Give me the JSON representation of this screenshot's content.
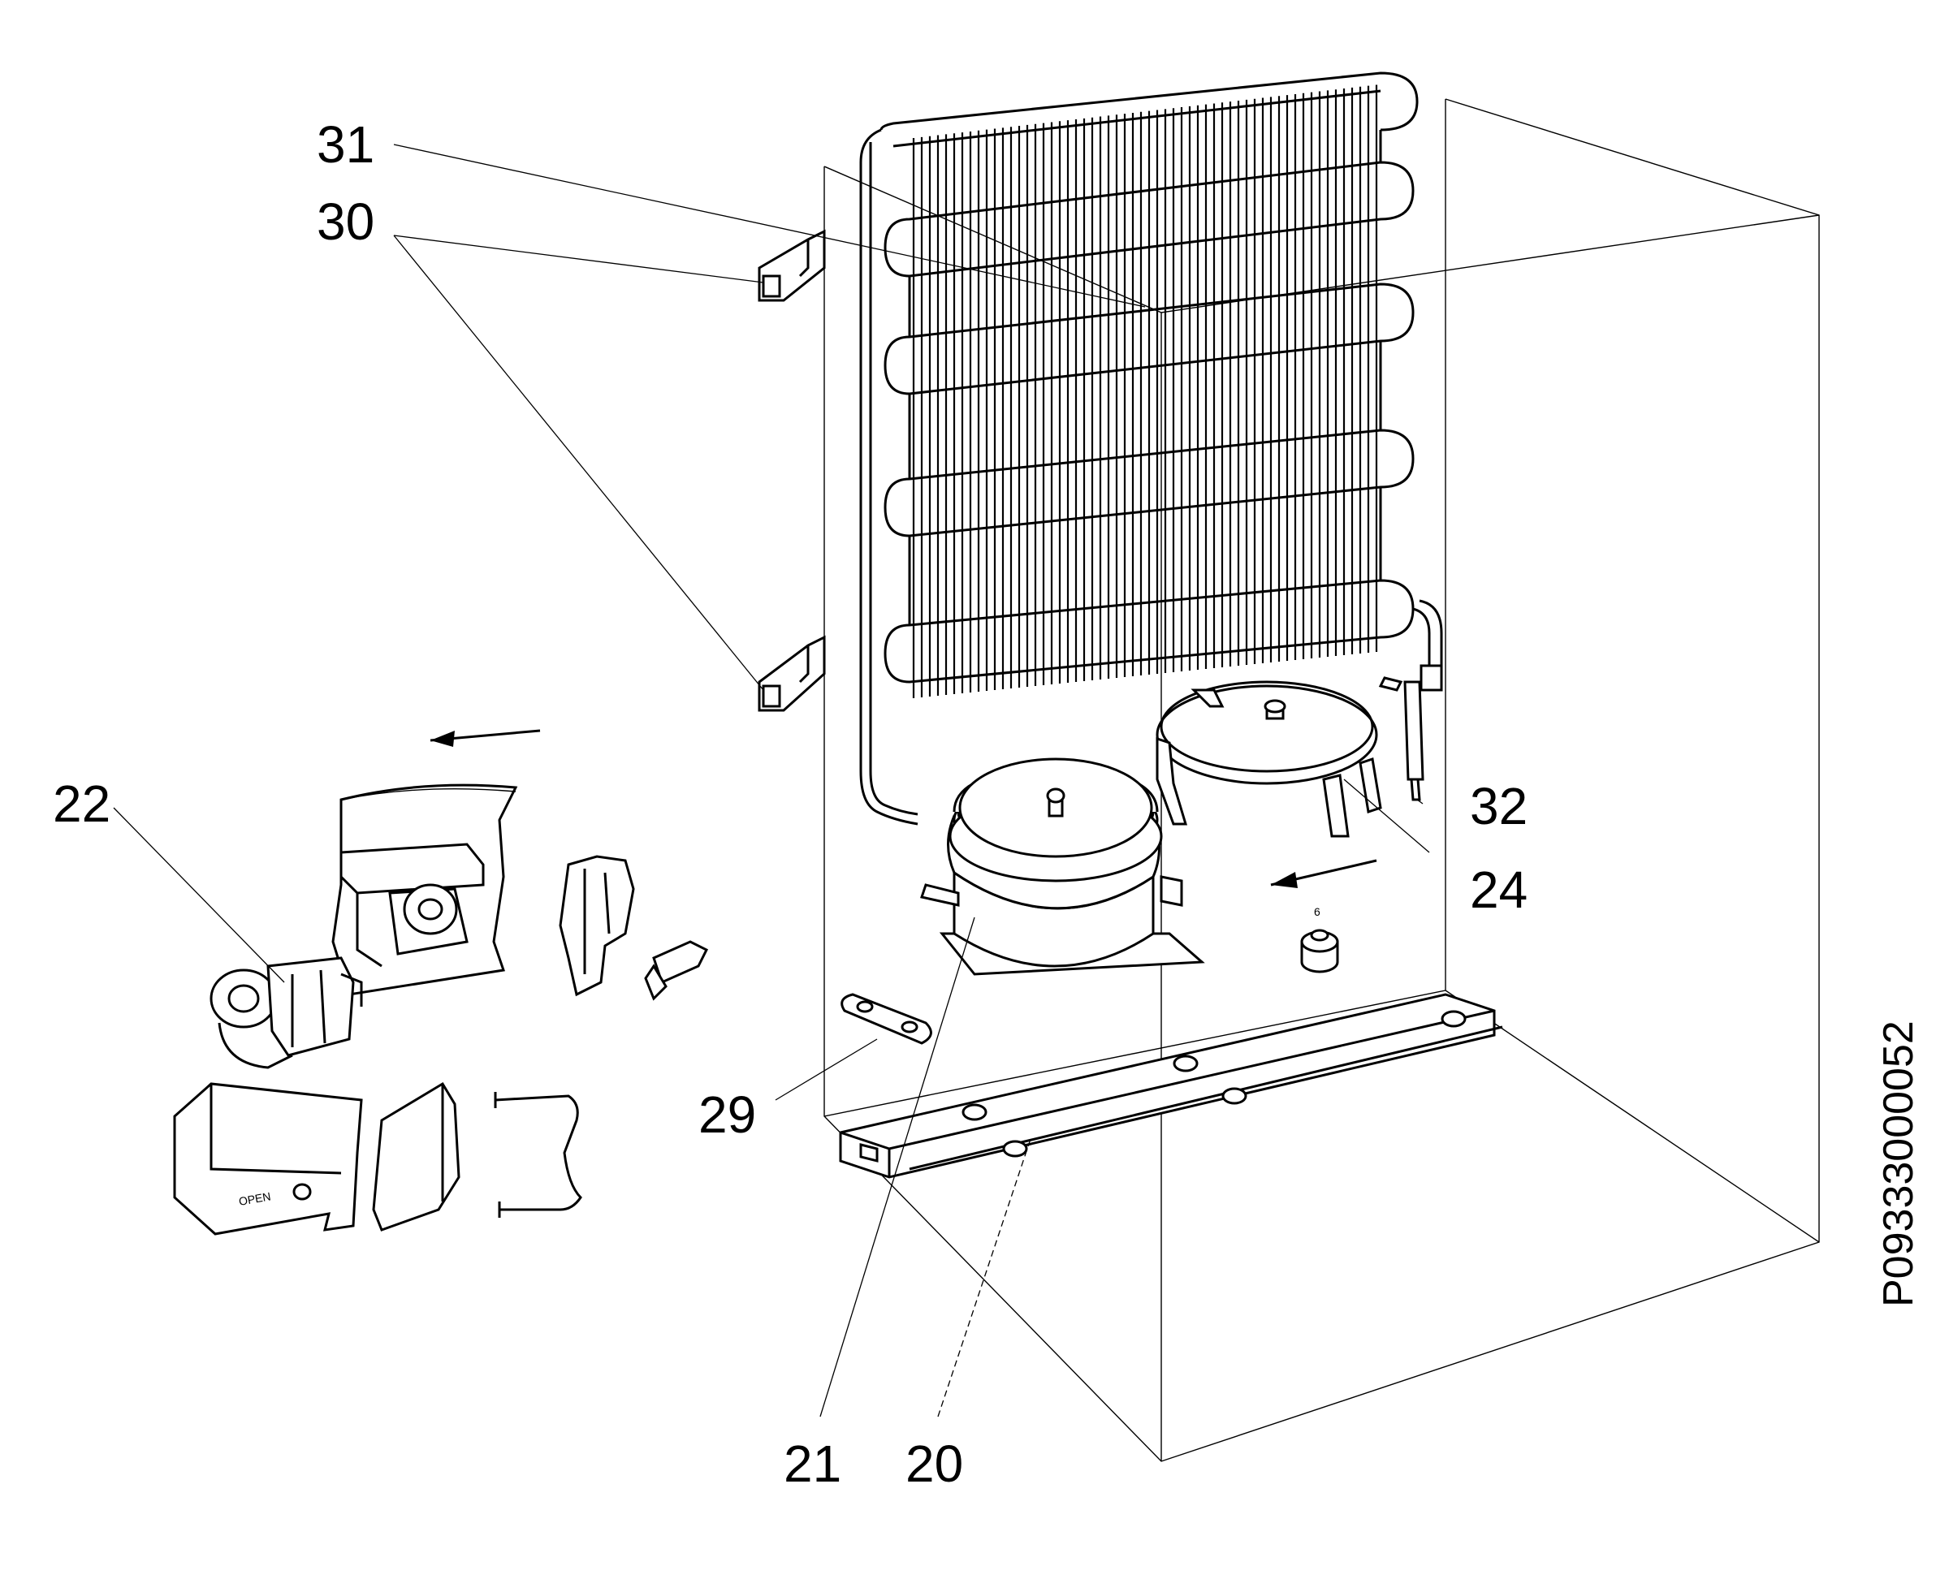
{
  "diagram": {
    "callouts": [
      {
        "id": "31",
        "text": "31"
      },
      {
        "id": "30",
        "text": "30"
      },
      {
        "id": "22",
        "text": "22"
      },
      {
        "id": "32",
        "text": "32"
      },
      {
        "id": "24",
        "text": "24"
      },
      {
        "id": "29",
        "text": "29"
      },
      {
        "id": "21",
        "text": "21"
      },
      {
        "id": "20",
        "text": "20"
      }
    ],
    "drawing_id": "P09333000052",
    "cover_label": "OPEN",
    "part_mark": "6"
  }
}
